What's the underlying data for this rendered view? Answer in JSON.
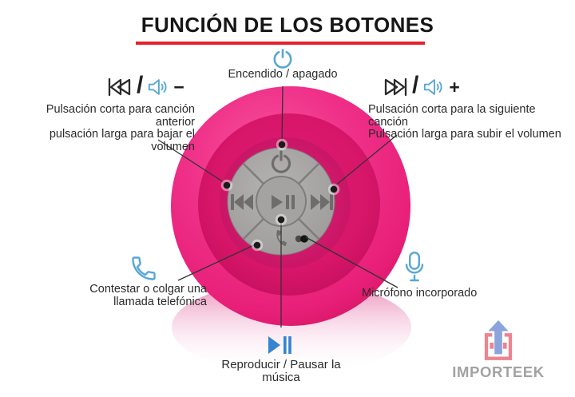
{
  "title": {
    "text": "FUNCIÓN DE LOS BOTONES"
  },
  "annotations": {
    "power": {
      "label": "Encendido / apagado"
    },
    "previous_volume_down": {
      "separator": "/",
      "sign": "−",
      "line1": "Pulsación corta para canción anterior",
      "line2": "pulsación larga para bajar el volumen"
    },
    "next_volume_up": {
      "separator": "/",
      "sign": "+",
      "line1": "Pulsación corta para la siguiente canción",
      "line2": "Pulsación larga para subir el volumen"
    },
    "call": {
      "line1": "Contestar o colgar una",
      "line2": "llamada telefónica"
    },
    "microphone": {
      "label": "Micrófono incorporado"
    },
    "play_pause": {
      "label": "Reproducir / Pausar la música"
    }
  },
  "logo": {
    "text": "IMPORTEEK"
  },
  "colors": {
    "title_underline_red": "#e3232b",
    "speaker_pink": "#ec2580",
    "speaker_deep_pink": "#c10f5c",
    "pad_gray": "#a3a19f",
    "pad_icon_gray": "#6f6d6b",
    "outline_icon_black": "#2b2b2b",
    "icon_blue": "#57a7d5",
    "play_icon_blue": "#3484cf",
    "callout_line": "#333333",
    "logo_text_gray": "#a2a2a2",
    "logo_box_pink": "#ec8490",
    "logo_arrow_blue": "#8ba4de"
  }
}
